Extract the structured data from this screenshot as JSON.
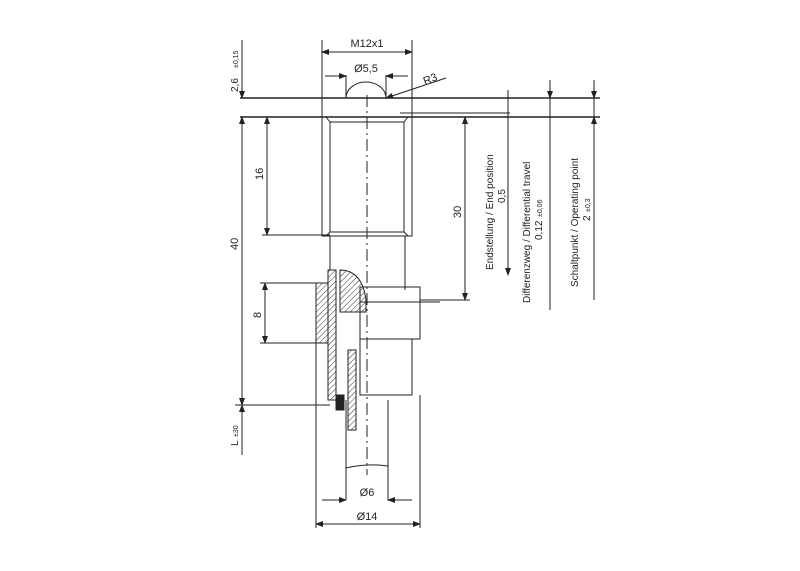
{
  "drawing": {
    "title": "Plunger switch technical drawing",
    "dimensions": {
      "thread": "M12x1",
      "ball_diameter": "Ø5,5",
      "radius": "R3",
      "top_offset": "2,6",
      "top_offset_tol": "±0,15",
      "overall_length": "40",
      "thread_length": "16",
      "nut_height": "8",
      "cable_length": "L",
      "cable_length_tol": "±30",
      "ref_length": "30",
      "cable_diameter": "Ø6",
      "body_diameter": "Ø14"
    },
    "annotations": {
      "end_position_label": "Endstellung / End position",
      "end_position_value": "0,5",
      "differential_label": "Differenzweg / Differential travel",
      "differential_value": "0,12",
      "differential_tol": "±0,06",
      "operating_label": "Schaltpunkt / Operating point",
      "operating_value": "2",
      "operating_tol": "±0,3"
    }
  }
}
